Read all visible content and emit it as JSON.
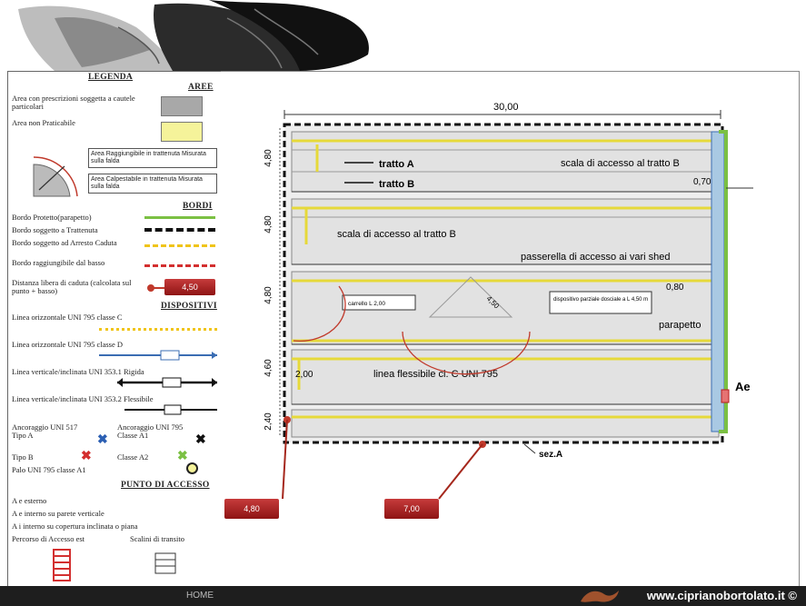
{
  "legend": {
    "title": "LEGENDA",
    "aree_title": "AREE",
    "area1": "Area con prescrizioni soggetta a cautele particolari",
    "area2": "Area non Praticabile",
    "zone1": "Area Raggiungibile in trattenuta Misurata sulla falda",
    "zone2": "Area Calpestabile in trattenuta Misurata sulla falda",
    "bordi_title": "BORDI",
    "b1": "Bordo Protetto(parapetto)",
    "b2": "Bordo soggetto a Trattenuta",
    "b3": "Bordo soggetto ad Arresto Caduta",
    "b4": "Bordo raggiungibile dal basso",
    "b5": "Distanza libera di caduta (calcolata sul punto + basso)",
    "b5_badge": "4,50",
    "disp_title": "DISPOSITIVI",
    "d1": "Linea orizzontale UNI 795   classe C",
    "d2": "Linea orizzontale UNI 795   classe D",
    "d3": "Linea verticale/inclinata UNI 353.1 Rigida",
    "d4": "Linea verticale/inclinata UNI 353.2   Flessibile",
    "d5a": "Ancoraggio UNI 517 Tipo A",
    "d5b": "Ancoraggio UNI 795 Classe A1",
    "d6a": "Tipo B",
    "d6b": "Classe A2",
    "d7": "Palo UNI 795 classe A1",
    "access_title": "PUNTO DI ACCESSO",
    "a1": "A e esterno",
    "a2": "A e interno su parete verticale",
    "a3": "A i interno su copertura inclinata o piana",
    "a4": "Percorso di Accesso est",
    "a5": "Scalini di transito"
  },
  "plan": {
    "width_dim": "30,00",
    "dim1": "4,80",
    "dim2": "4,80",
    "dim3": "4,80",
    "dim4": "4,60",
    "dim5": "2,40",
    "side_dim": "0,70",
    "inner_dim1": "0,80",
    "inner_dim2": "2,00",
    "tratto_a": "tratto A",
    "tratto_b": "tratto B",
    "scala_b1": "scala di accesso al tratto B",
    "scala_b2": "scala di accesso al tratto B",
    "passerella": "passerella di accesso ai vari shed",
    "parapetto": "parapetto",
    "linea_flex": "linea flessibile cl. C UNI 795",
    "carrello": "carrello L 2,00",
    "dispositivo": "dispositivo parziale dosciale a L 4,50 m",
    "angle": "4,50",
    "sez": "sez.A",
    "access_mark": "Ae",
    "btn1": "4,80",
    "btn2": "7,00"
  },
  "footer": {
    "home": "HOME",
    "site": "www.ciprianobortolato.it ©"
  }
}
